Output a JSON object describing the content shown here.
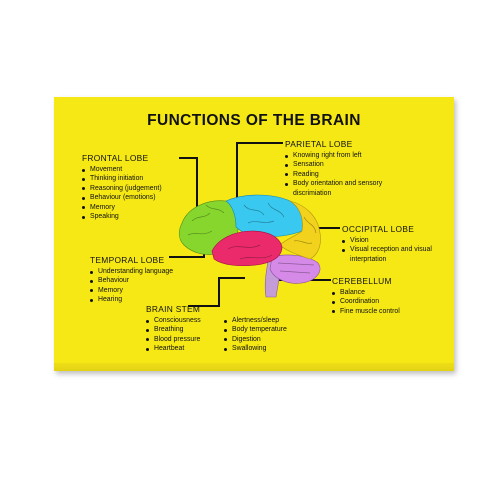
{
  "title": "FUNCTIONS OF THE BRAIN",
  "frontal": {
    "heading": "FRONTAL LOBE",
    "items": [
      "Movement",
      "Thinking initiation",
      "Reasoning (judgement)",
      "Behaviour (emotions)",
      "Memory",
      "Speaking"
    ]
  },
  "parietal": {
    "heading": "PARIETAL LOBE",
    "items": [
      "Knowing right from left",
      "Sensation",
      "Reading",
      "Body orientation and sensory discrimiation"
    ]
  },
  "occipital": {
    "heading": "OCCIPITAL LOBE",
    "items": [
      "Vision",
      "Visual reception and visual interprtation"
    ]
  },
  "temporal": {
    "heading": "TEMPORAL LOBE",
    "items": [
      "Understanding language",
      "Behaviour",
      "Memory",
      "Hearing"
    ]
  },
  "cerebellum": {
    "heading": "CEREBELLUM",
    "items": [
      "Balance",
      "Coordination",
      "Fine muscle control"
    ]
  },
  "brainstem": {
    "heading": "BRAIN STEM",
    "col1": [
      "Consciousness",
      "Breathing",
      "Blood pressure",
      "Heartbeat"
    ],
    "col2": [
      "Alertness/sleep",
      "Body temperature",
      "Digestion",
      "Swallowing"
    ]
  },
  "colors": {
    "background": "#f5e814",
    "frontal": "#86d62e",
    "parietal": "#38c8f0",
    "occipital": "#f2d21c",
    "temporal": "#ea2a6a",
    "cerebellum": "#d68ae8",
    "stem": "#c49cd8"
  }
}
